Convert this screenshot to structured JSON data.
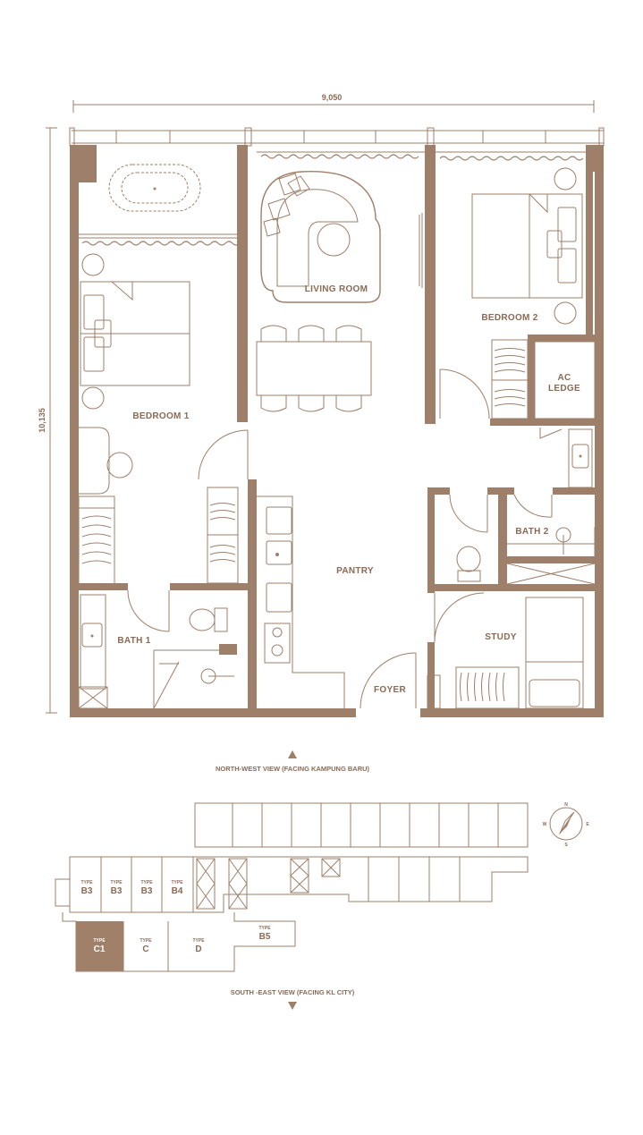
{
  "dimensions": {
    "width": "9,050",
    "height": "10,135"
  },
  "rooms": {
    "living_room": "LIVING ROOM",
    "bedroom1": "BEDROOM 1",
    "bedroom2": "BEDROOM 2",
    "ac_ledge_line1": "AC",
    "ac_ledge_line2": "LEDGE",
    "pantry": "PANTRY",
    "bath1": "BATH 1",
    "bath2": "BATH 2",
    "study": "STUDY",
    "foyer": "FOYER"
  },
  "views": {
    "north_west": "NORTH-WEST VIEW (FACING KAMPUNG BARU)",
    "south_east": "SOUTH -EAST VIEW (FACING KL CITY)"
  },
  "compass": {
    "n": "N",
    "s": "S",
    "e": "E",
    "w": "W"
  },
  "key_plan": {
    "type_word": "TYPE",
    "units": [
      "B3",
      "B3",
      "B3",
      "B4",
      "C1",
      "C",
      "D",
      "B5"
    ]
  },
  "colors": {
    "brand": "#9e7f6a",
    "text": "#8a6a55",
    "highlight": "#a08068"
  }
}
